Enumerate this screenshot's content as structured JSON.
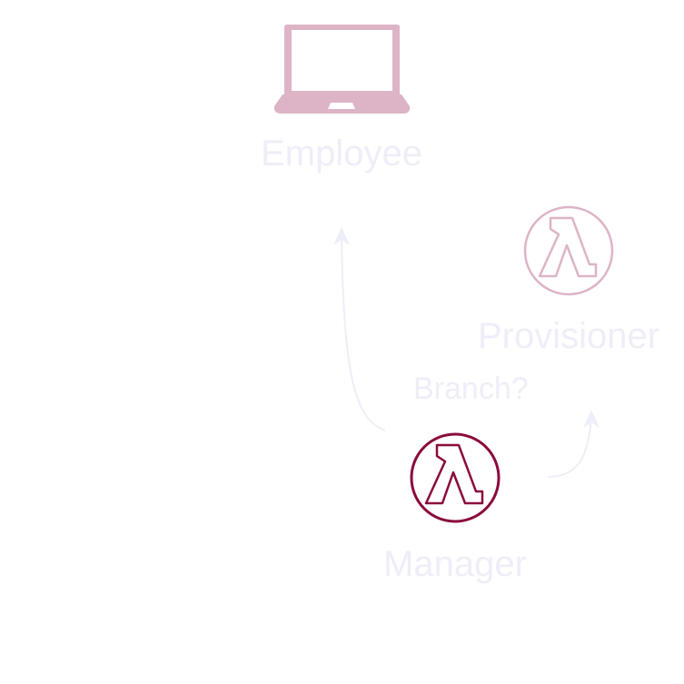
{
  "colors": {
    "background": "#ffffff",
    "active": "#8a0a3c",
    "faded_icon": "#dcb4c6",
    "faded_text": "#eeeef8",
    "arrow": "#eeeef8"
  },
  "nodes": {
    "employee": {
      "label": "Employee",
      "icon": "laptop-icon",
      "state": "faded"
    },
    "provisioner": {
      "label": "Provisioner",
      "icon": "lambda-icon",
      "state": "faded"
    },
    "manager": {
      "label": "Manager",
      "icon": "lambda-icon",
      "state": "active"
    }
  },
  "edges": {
    "manager_to_employee": {
      "from": "Manager",
      "to": "Employee",
      "label": ""
    },
    "manager_to_provisioner": {
      "from": "Manager",
      "to": "Provisioner",
      "label": "Branch?"
    }
  }
}
